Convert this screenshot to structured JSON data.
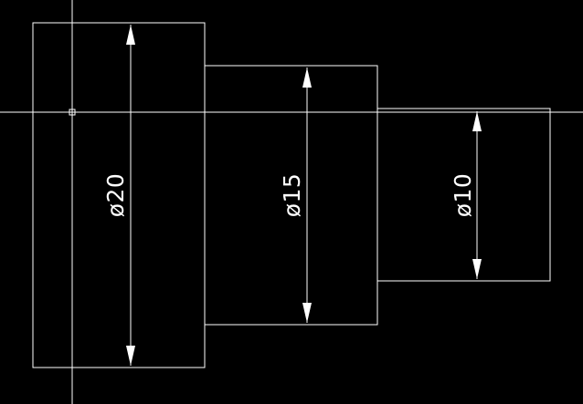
{
  "drawing": {
    "background_color": "#000000",
    "line_color": "#ffffff",
    "crosshair_color": "#ffffff"
  },
  "segments": [
    {
      "diameter": 20,
      "label": "ø20"
    },
    {
      "diameter": 15,
      "label": "ø15"
    },
    {
      "diameter": 10,
      "label": "ø10"
    }
  ],
  "cursor": {
    "pickbox_icon": "square-pickbox"
  }
}
